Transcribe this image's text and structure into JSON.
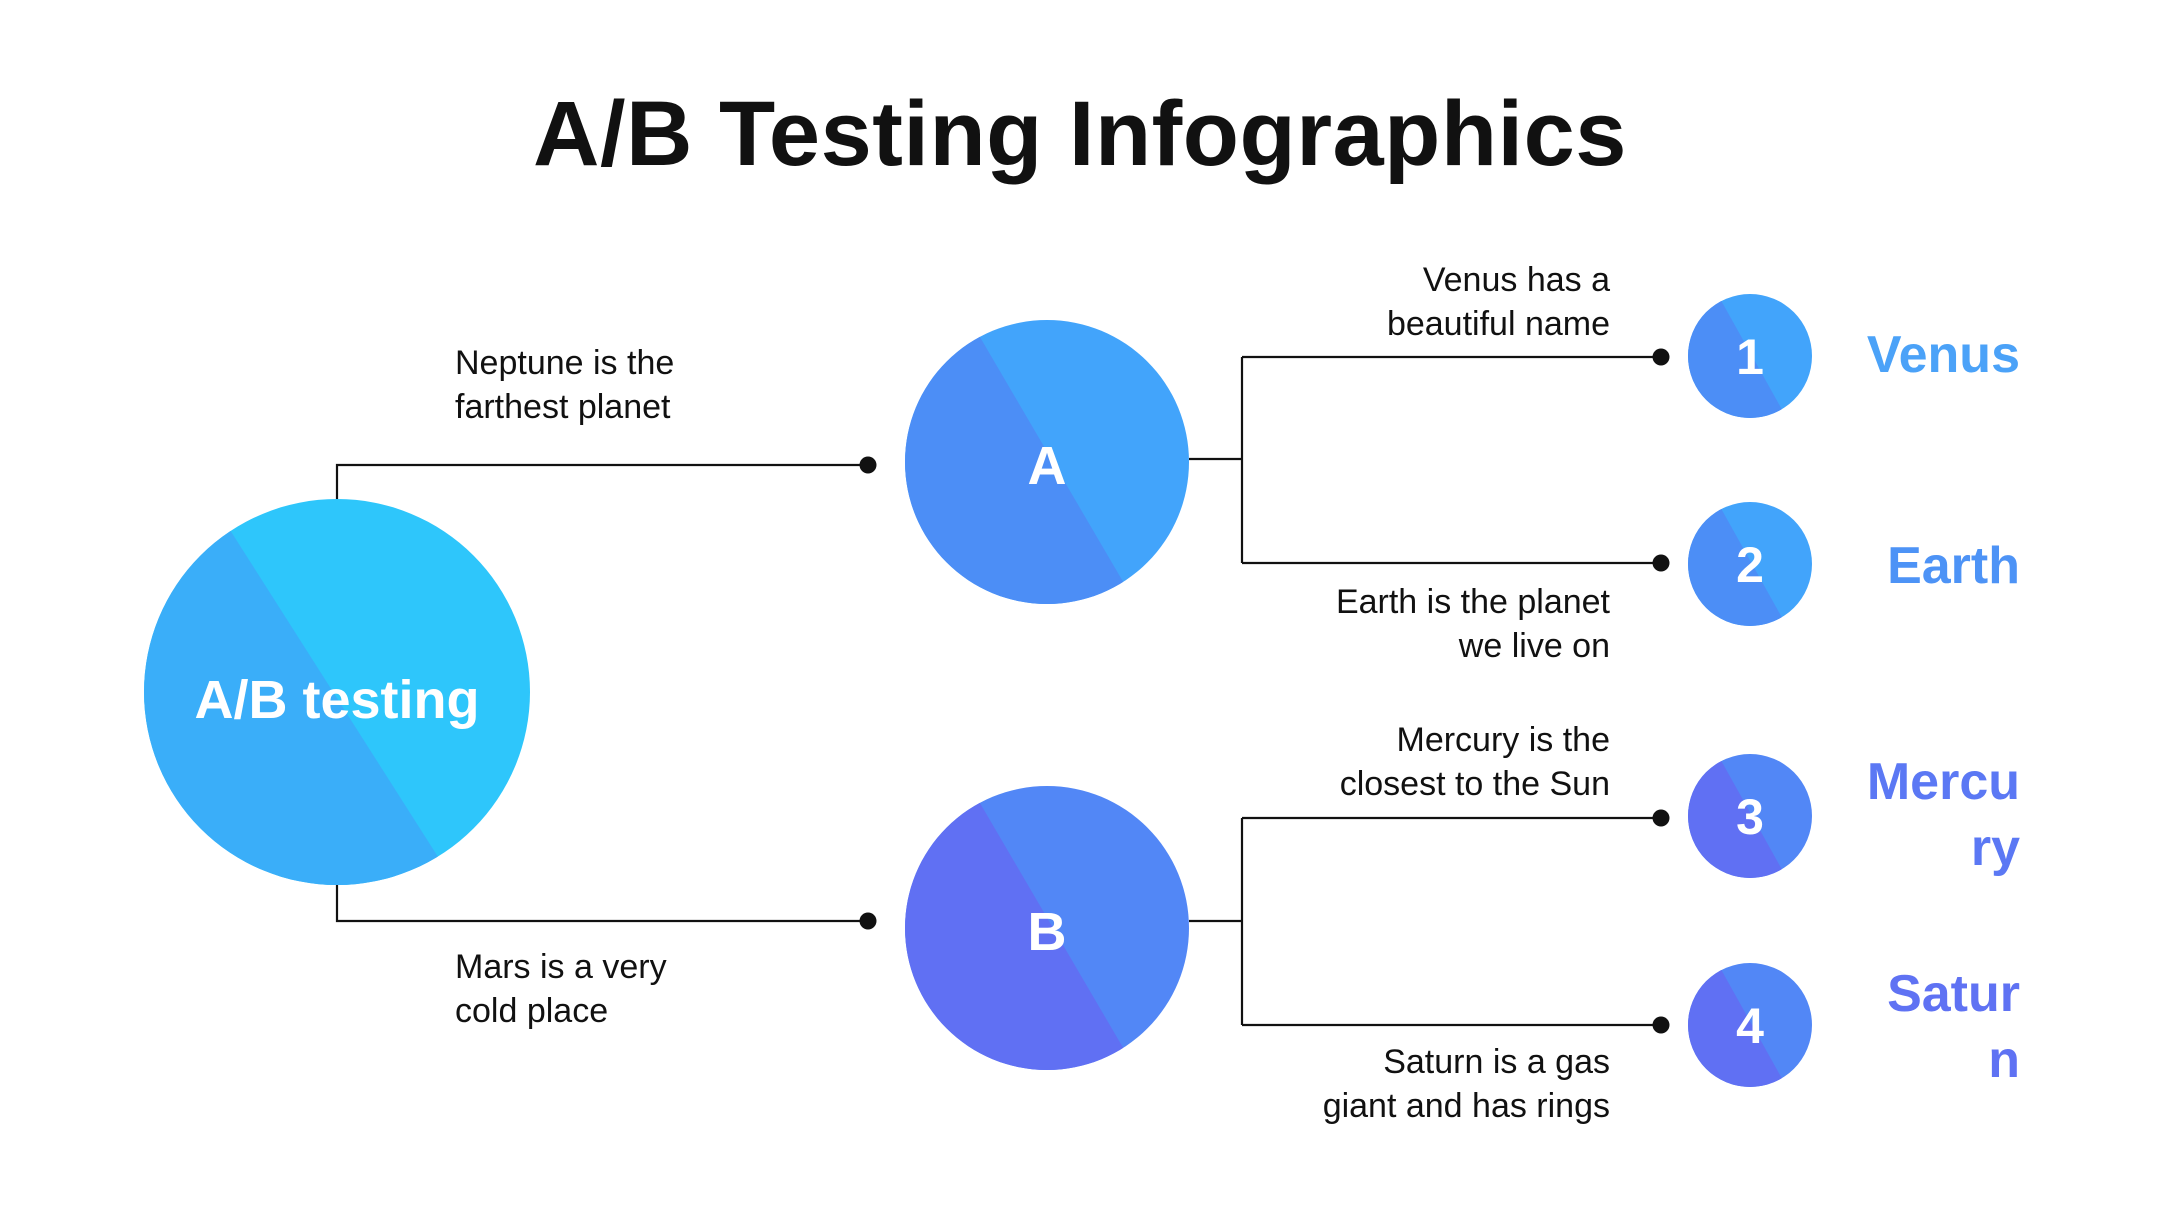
{
  "title": "A/B Testing Infographics",
  "colors": {
    "main_circle_light": "#2ec6fb",
    "main_circle_dark": "#3aaef9",
    "a_circle_light": "#42a4fb",
    "a_circle_dark": "#4c8ef6",
    "b_circle_light": "#5287f6",
    "b_circle_dark": "#6070f3",
    "venus": "#4ba2f8",
    "earth": "#4d93f6",
    "mercury": "#5b78f4",
    "saturn": "#5f72f3",
    "connector": "#111111"
  },
  "root": {
    "label": "A/B testing"
  },
  "branches": {
    "a": {
      "label": "A",
      "description": "Neptune is the\nfarthest planet"
    },
    "b": {
      "label": "B",
      "description": "Mars is a very\ncold place"
    }
  },
  "items": [
    {
      "number": "1",
      "planet": "Venus",
      "description": "Venus has a\nbeautiful name"
    },
    {
      "number": "2",
      "planet": "Earth",
      "description": "Earth is the planet\nwe live on"
    },
    {
      "number": "3",
      "planet": "Mercu\nry",
      "description": "Mercury is the\nclosest to the Sun"
    },
    {
      "number": "4",
      "planet": "Satur\nn",
      "description": "Saturn is a gas\ngiant and has rings"
    }
  ]
}
